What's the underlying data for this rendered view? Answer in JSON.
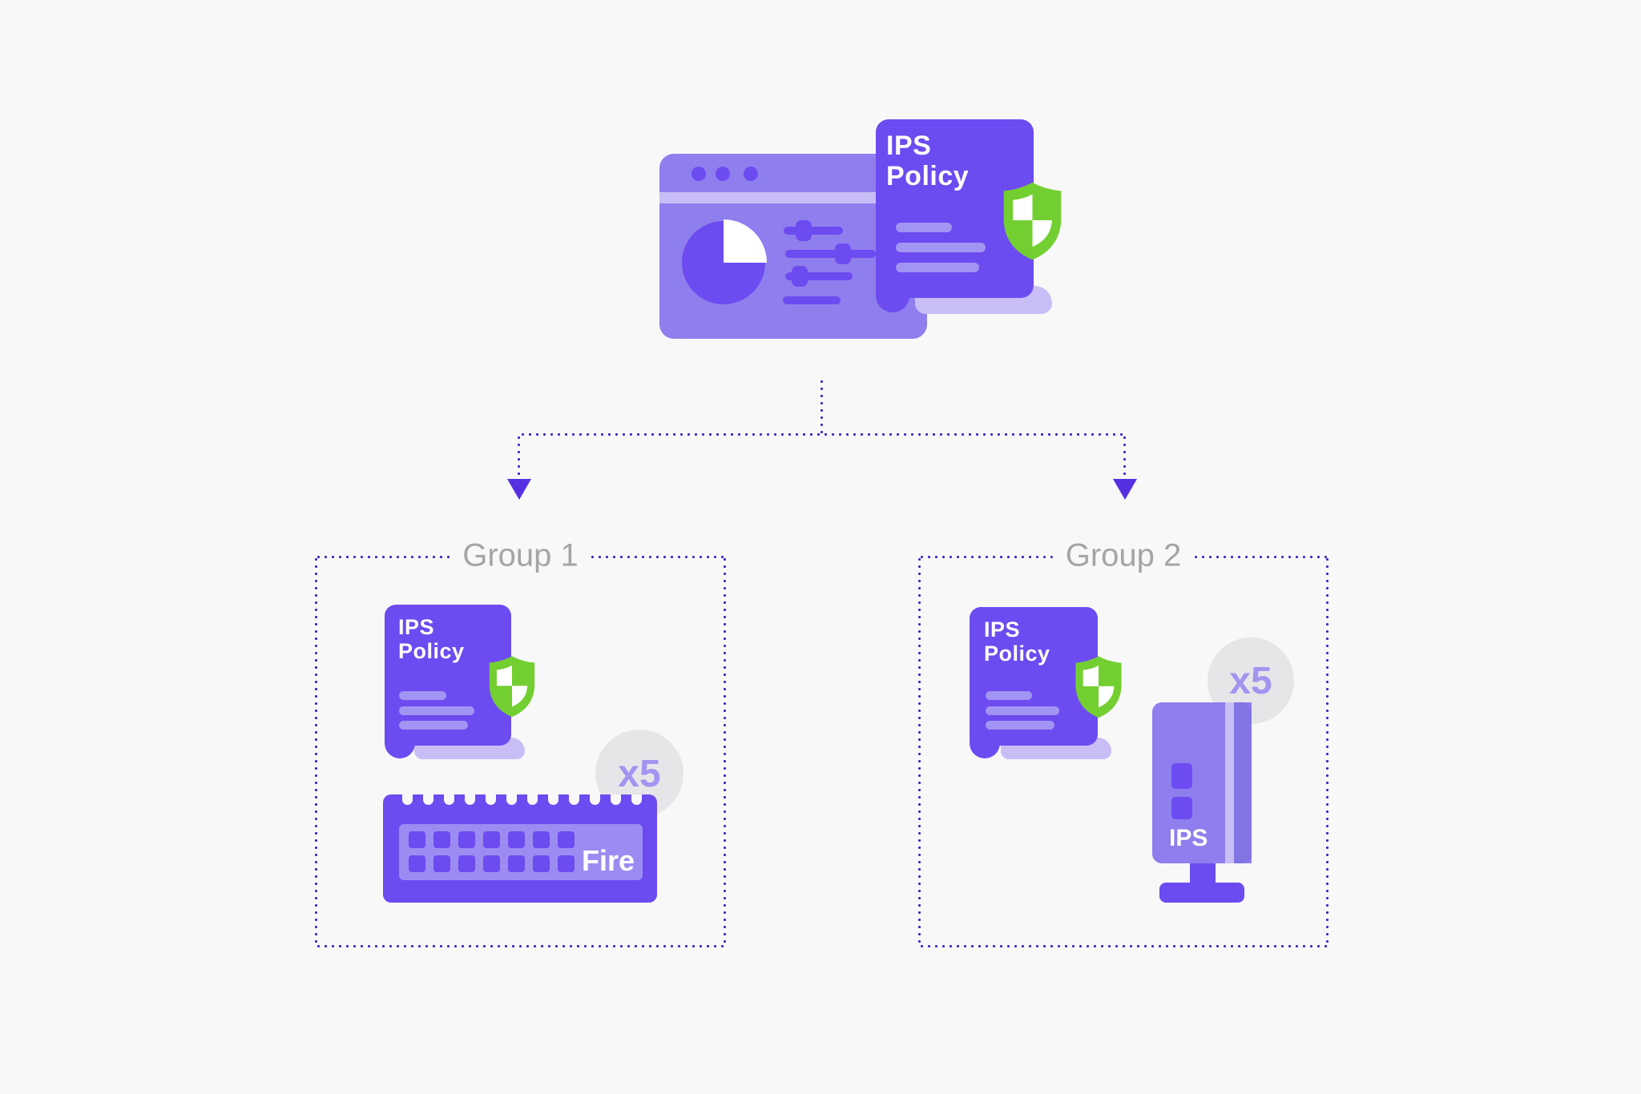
{
  "header": {
    "browser_window": {
      "traffic_dots": 3
    },
    "policy_document": {
      "title": "IPS Policy"
    }
  },
  "groups": [
    {
      "label": "Group 1",
      "policy_document": {
        "title": "IPS Policy"
      },
      "count_badge": "x5",
      "device": {
        "type": "firewall",
        "label": "Fire"
      }
    },
    {
      "label": "Group 2",
      "policy_document": {
        "title": "IPS Policy"
      },
      "count_badge": "x5",
      "device": {
        "type": "ips-appliance",
        "label": "IPS"
      }
    }
  ],
  "colors": {
    "background": "#F8F8F9",
    "vivid_purple": "#6C4BF0",
    "medium_purple": "#8F7EED",
    "lavender": "#C9BDF6",
    "shield_green": "#73CF31",
    "badge_gray": "#E6E5E8",
    "connector_indigo": "#4326C6",
    "group_label_gray": "#A5A5A8"
  }
}
